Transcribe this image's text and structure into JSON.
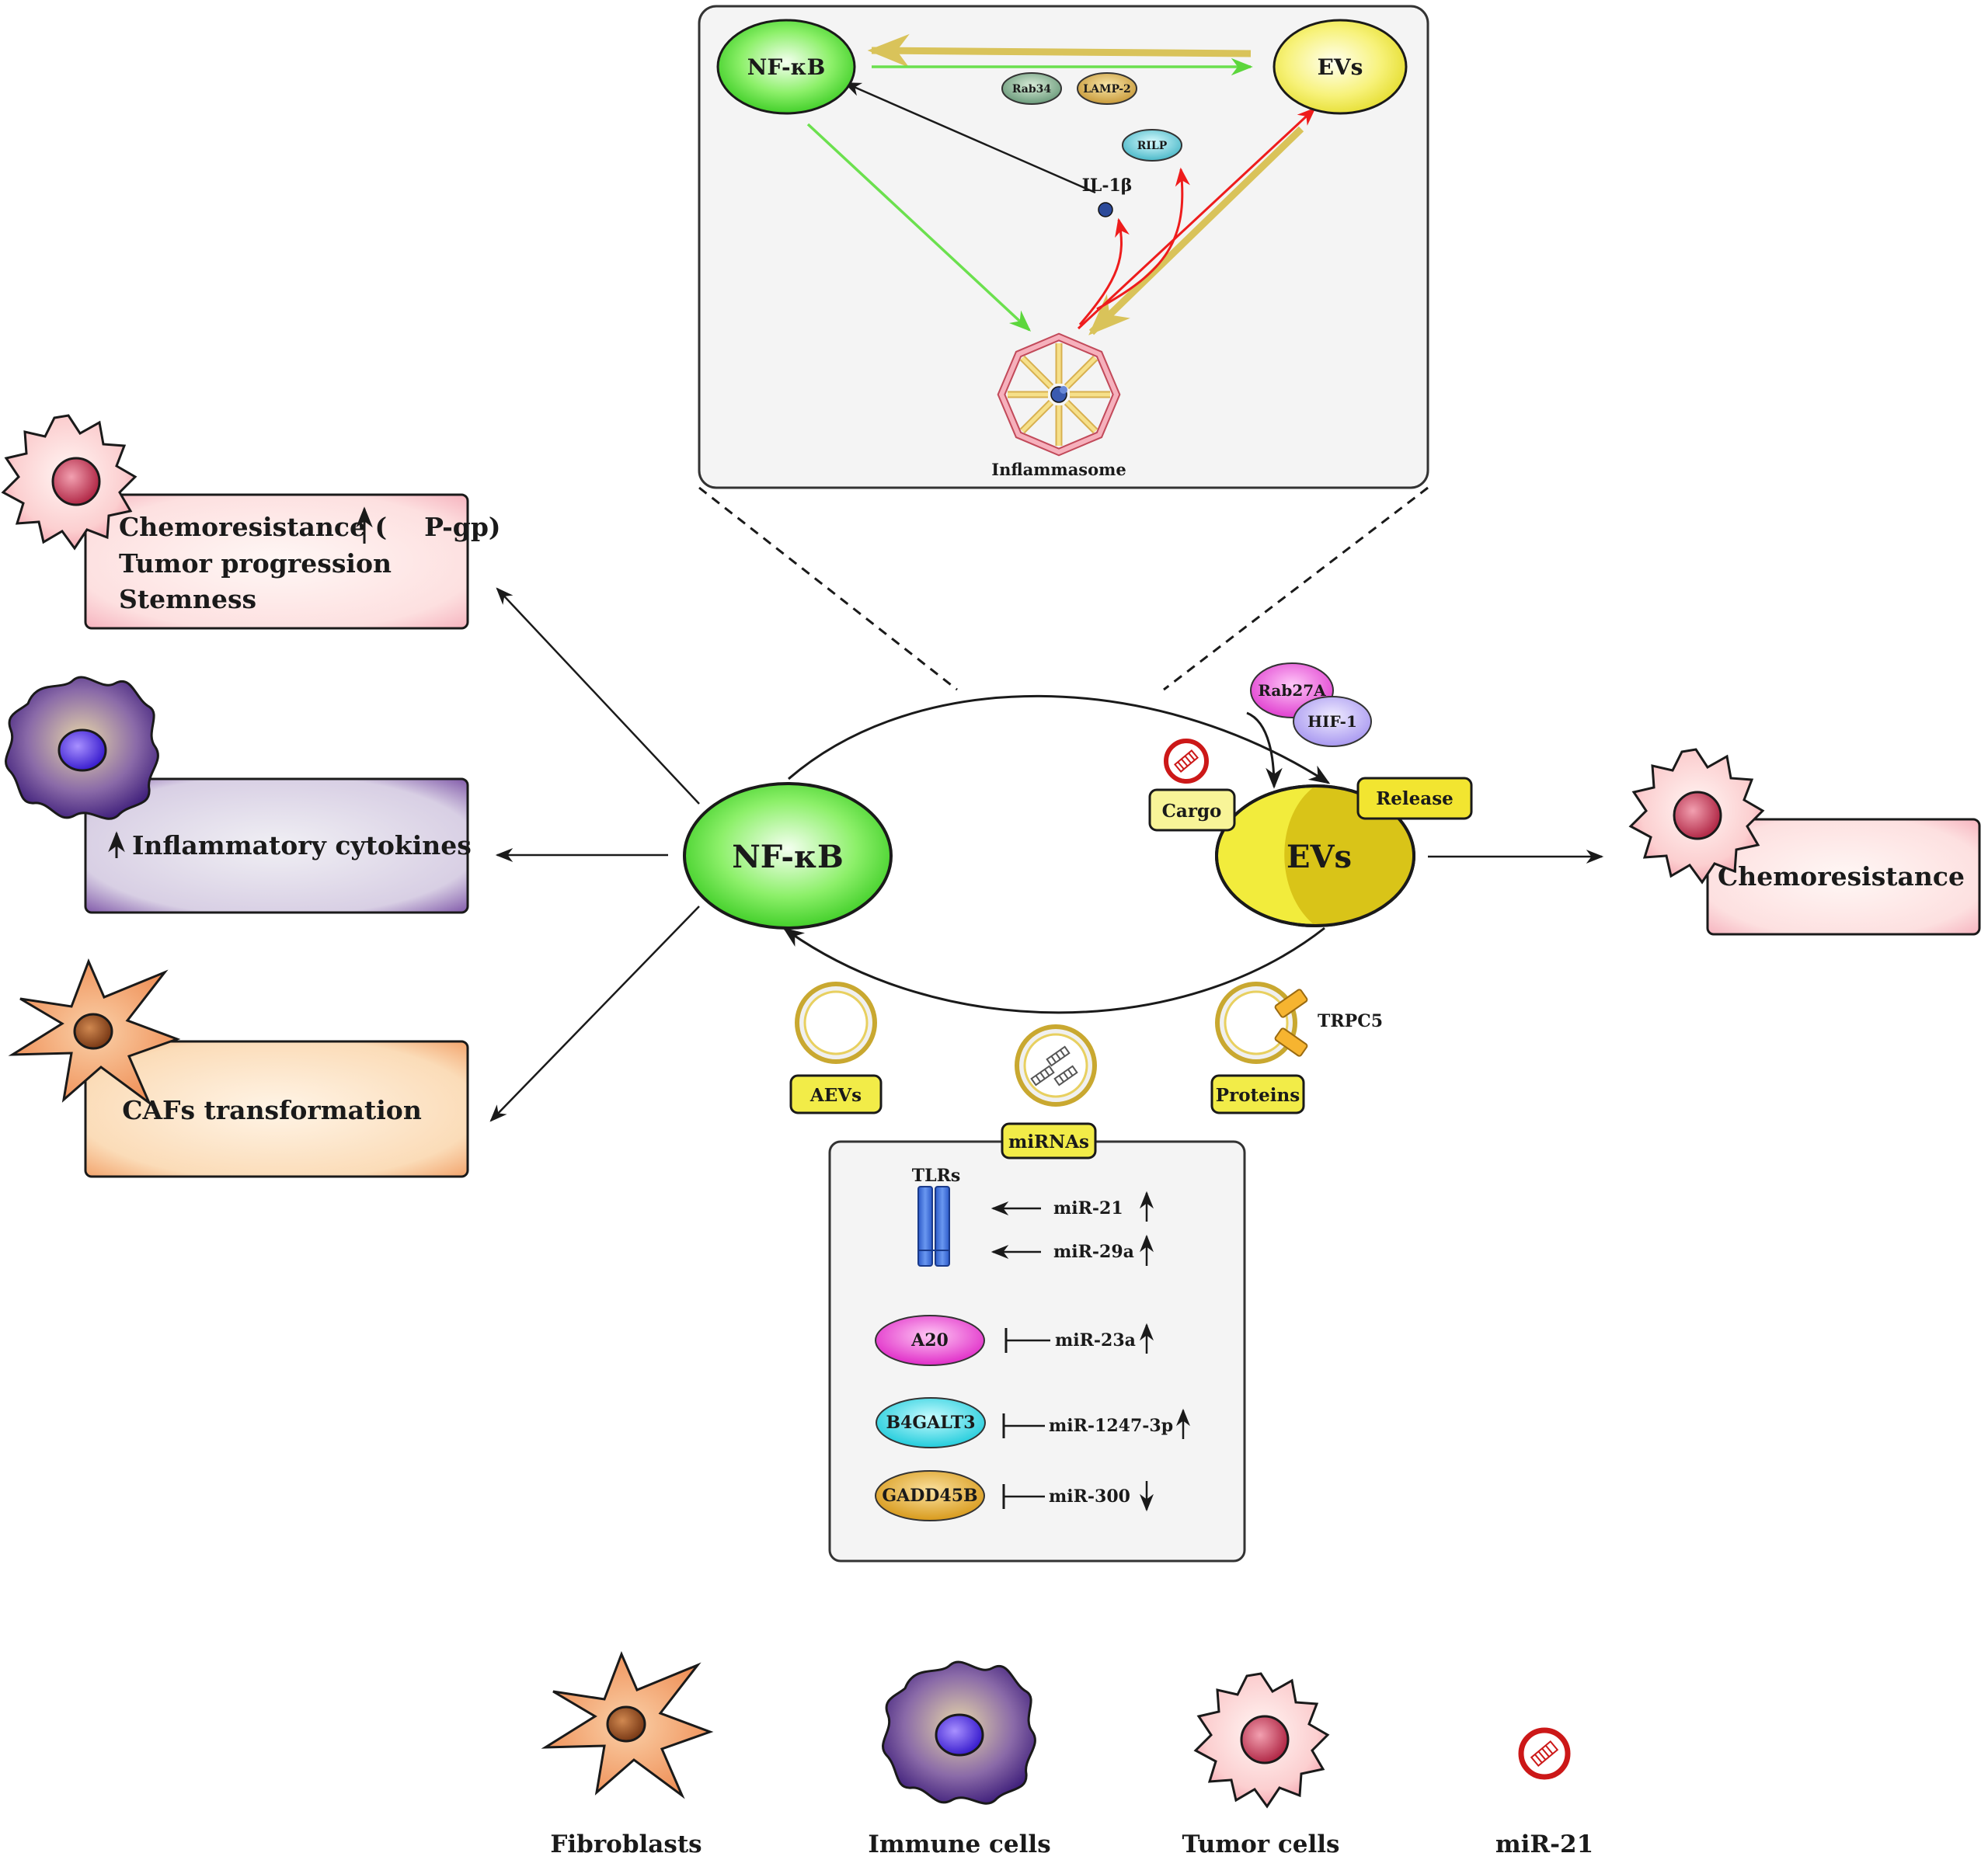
{
  "inset": {
    "nfkb": "NF-κB",
    "evs": "EVs",
    "rab34": "Rab34",
    "lamp2": "LAMP-2",
    "rilp": "RILP",
    "il1b": "IL-1β",
    "inflammasome": "Inflammasome"
  },
  "outcomes": {
    "tumor_box": {
      "line1_prefix": "Chemoresistance (",
      "line1_suffix": "P-gp)",
      "line2": "Tumor progression",
      "line3": "Stemness"
    },
    "immune_box": {
      "text": "Inflammatory cytokines"
    },
    "caf_box": {
      "text": "CAFs transformation"
    },
    "right_box": {
      "text": "Chemoresistance"
    }
  },
  "center": {
    "nfkb": "NF-κB",
    "evs": "EVs",
    "rab27a": "Rab27A",
    "hif1": "HIF-1",
    "cargo": "Cargo",
    "release": "Release",
    "aevs": "AEVs",
    "mirnas": "miRNAs",
    "proteins": "Proteins",
    "trpc5": "TRPC5"
  },
  "mirna_box": {
    "tlrs": "TLRs",
    "rows": [
      {
        "target": "",
        "mirna": "miR-21",
        "direction": "up",
        "relation": "activates"
      },
      {
        "target": "",
        "mirna": "miR-29a",
        "direction": "up",
        "relation": "activates"
      },
      {
        "target": "A20",
        "mirna": "miR-23a",
        "direction": "up",
        "relation": "inhibits"
      },
      {
        "target": "B4GALT3",
        "mirna": "miR-1247-3p",
        "direction": "up",
        "relation": "inhibits"
      },
      {
        "target": "GADD45B",
        "mirna": "miR-300",
        "direction": "down",
        "relation": "inhibits"
      }
    ]
  },
  "legend": [
    {
      "label": "Fibroblasts",
      "icon": "fibroblast-cell-icon"
    },
    {
      "label": "Immune cells",
      "icon": "immune-cell-icon"
    },
    {
      "label": "Tumor cells",
      "icon": "tumor-cell-icon"
    },
    {
      "label": "miR-21",
      "icon": "mir21-icon"
    }
  ],
  "colors": {
    "nfkb_green": "#4fdc2e",
    "evs_yellow": "#f2ec4a",
    "tumor_pink": "#f6b8c0",
    "immune_purple": "#6a3fa0",
    "caf_orange": "#f0a060",
    "arrow_green": "#66e04a",
    "arrow_yellow": "#d9c35a",
    "arrow_red": "#ee1c1c"
  }
}
